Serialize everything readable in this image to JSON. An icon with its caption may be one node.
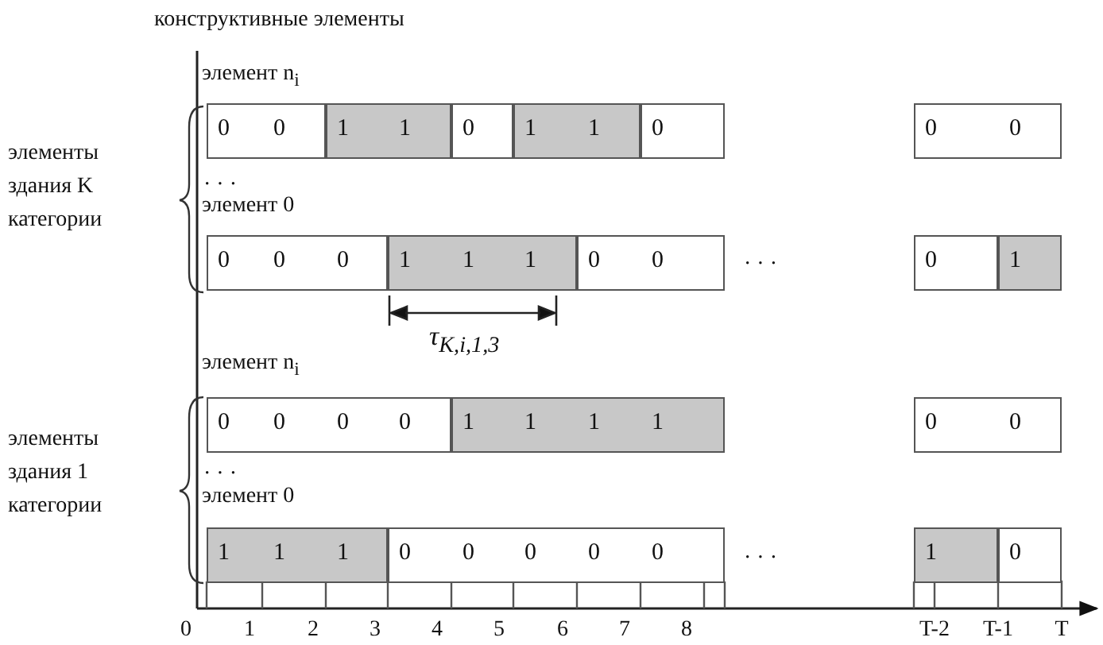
{
  "diagram": {
    "nodes": [
      {
        "text": [
          "0",
          "0"
        ]
      },
      {
        "text": [
          "1",
          "1"
        ]
      },
      {
        "text": [
          "0"
        ]
      },
      {
        "text": [
          "1",
          "1"
        ]
      },
      {
        "text": [
          "0"
        ]
      },
      {
        "text": [
          "0",
          "0"
        ]
      },
      {
        "text": [
          "0",
          "0",
          "0"
        ]
      },
      {
        "text": [
          "1",
          "1",
          "1"
        ]
      },
      {
        "text": [
          "0",
          "0"
        ]
      },
      {
        "text": [
          "0"
        ]
      },
      {
        "text": [
          "1"
        ]
      },
      {
        "text": [
          "0",
          "0",
          "0",
          "0"
        ]
      },
      {
        "text": [
          "1",
          "1",
          "1",
          "1"
        ]
      },
      {
        "text": [
          "0",
          "0"
        ]
      },
      {
        "text": [
          "1",
          "1",
          "1"
        ]
      },
      {
        "text": [
          "0",
          "0",
          "0",
          "0",
          "0"
        ]
      },
      {
        "text": [
          "1"
        ]
      },
      {
        "text": [
          "0"
        ]
      }
    ],
    "edges": [],
    "labels": [
      "конструктивные элементы",
      "элемент n$_{i}$",
      "элементы здания K категории",
      "· · ·",
      "элемент 0",
      "· · ·",
      "τ$_{K,i,1,3}$",
      "элемент n$_{i}$",
      "элементы здания 1 категории",
      "· · ·",
      "элемент 0",
      "· · ·",
      "0",
      "1",
      "2",
      "3",
      "4",
      "5",
      "6",
      "7",
      "8",
      "T-2",
      "T-1",
      "T"
    ]
  }
}
